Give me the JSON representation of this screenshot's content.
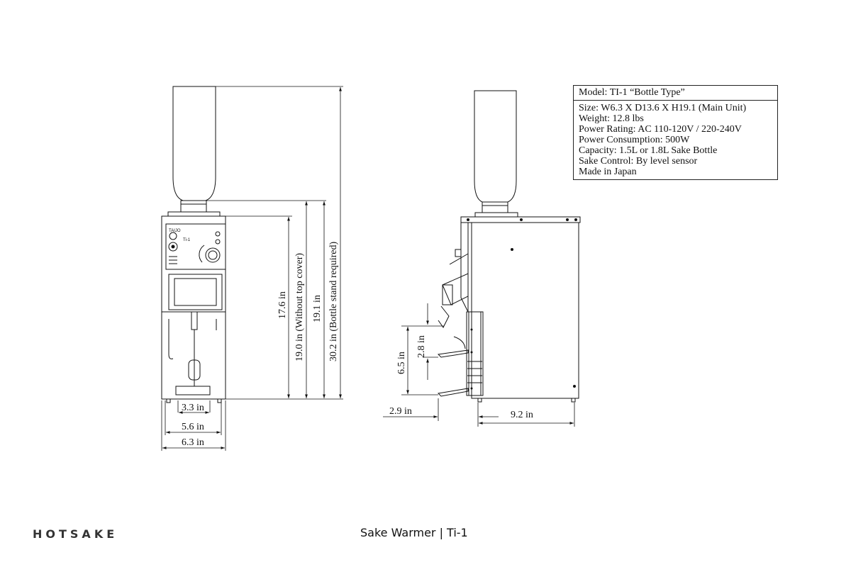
{
  "spec": {
    "title": "Model: TI-1 “Bottle Type”",
    "lines": [
      "Size: W6.3 X D13.6 X H19.1 (Main Unit)",
      "Weight: 12.8 lbs",
      "Power Rating: AC 110-120V / 220-240V",
      "Power Consumption: 500W",
      "Capacity: 1.5L or 1.8L Sake Bottle",
      "Sake Control: By level sensor",
      "Made in Japan"
    ]
  },
  "front_dims": {
    "h1": "17.6 in",
    "h2": "19.0 in (Without top cover)",
    "h3": "19.1 in",
    "h4": "30.2 in (Bottle stand required)",
    "w1": "3.3 in",
    "w2": "5.6 in",
    "w3": "6.3 in"
  },
  "side_dims": {
    "v1": "6.5 in",
    "v2": "2.8 in",
    "d1": "2.9 in",
    "d2": "9.2 in"
  },
  "panel": {
    "brand_text": "TAIJO",
    "model_text": "Ti-1"
  },
  "footer": {
    "brand": "HOTSAKE",
    "caption": "Sake Warmer | Ti-1"
  }
}
